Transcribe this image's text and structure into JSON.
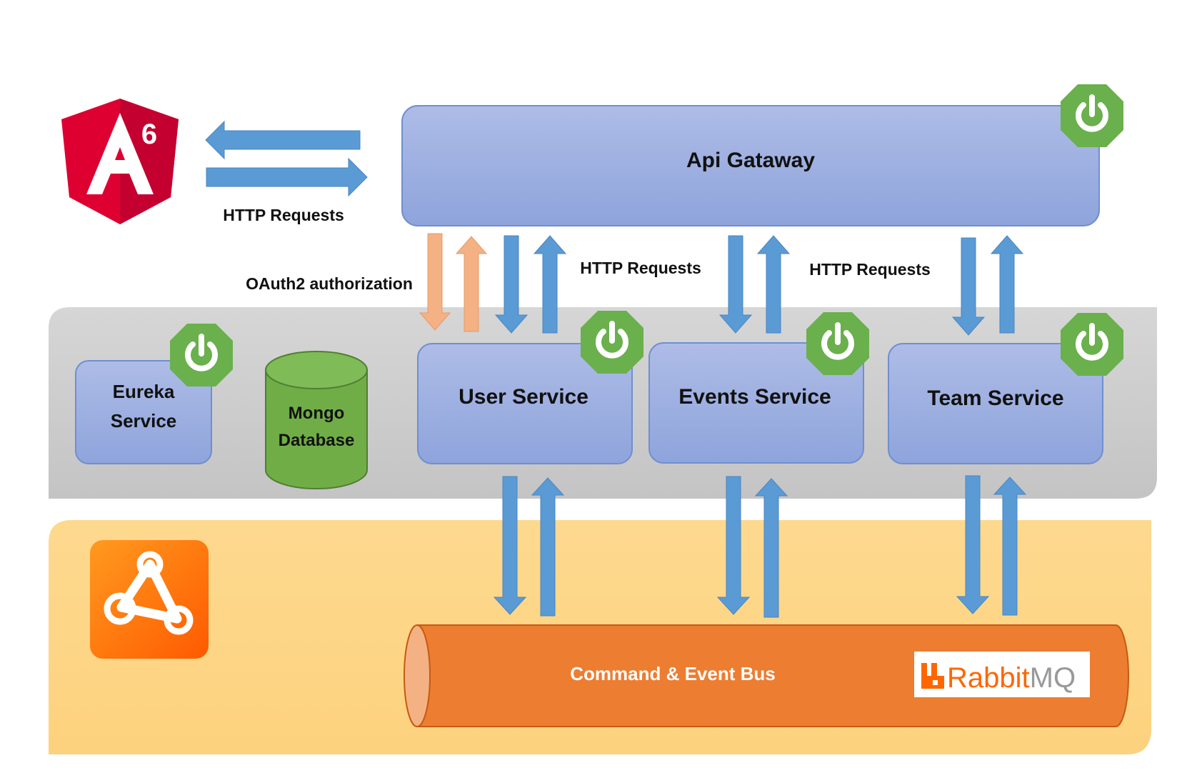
{
  "gateway": {
    "label": "Api Gataway"
  },
  "services": {
    "eureka": {
      "line1": "Eureka",
      "line2": "Service"
    },
    "mongo": {
      "line1": "Mongo",
      "line2": "Database"
    },
    "user": {
      "label": "User Service"
    },
    "events": {
      "label": "Events Service"
    },
    "team": {
      "label": "Team Service"
    }
  },
  "labels": {
    "client_http": "HTTP Requests",
    "oauth": "OAuth2 authorization",
    "gateway_http_1": "HTTP Requests",
    "gateway_http_2": "HTTP Requests"
  },
  "bus": {
    "label": "Command & Event Bus"
  },
  "logos": {
    "angular": {
      "badge": "A",
      "version": "6"
    },
    "rabbitmq": {
      "word_main": "Rabbit",
      "word_suffix": "MQ"
    },
    "spring_icon": "power-icon",
    "event_store_icon": "network-triangle-icon"
  },
  "colors": {
    "service_fill": "#9eb0e0",
    "service_stroke": "#6f8fd0",
    "arrow_blue": "#5b9bd5",
    "arrow_salmon": "#f4b183",
    "spring_green": "#6ab04c",
    "mongo_green": "#70ad47",
    "bus_orange": "#ed7d31",
    "app_layer_gray": "#cfcfcf",
    "infra_layer_yellow": "#fdd68a",
    "angular_red": "#dd0031"
  }
}
